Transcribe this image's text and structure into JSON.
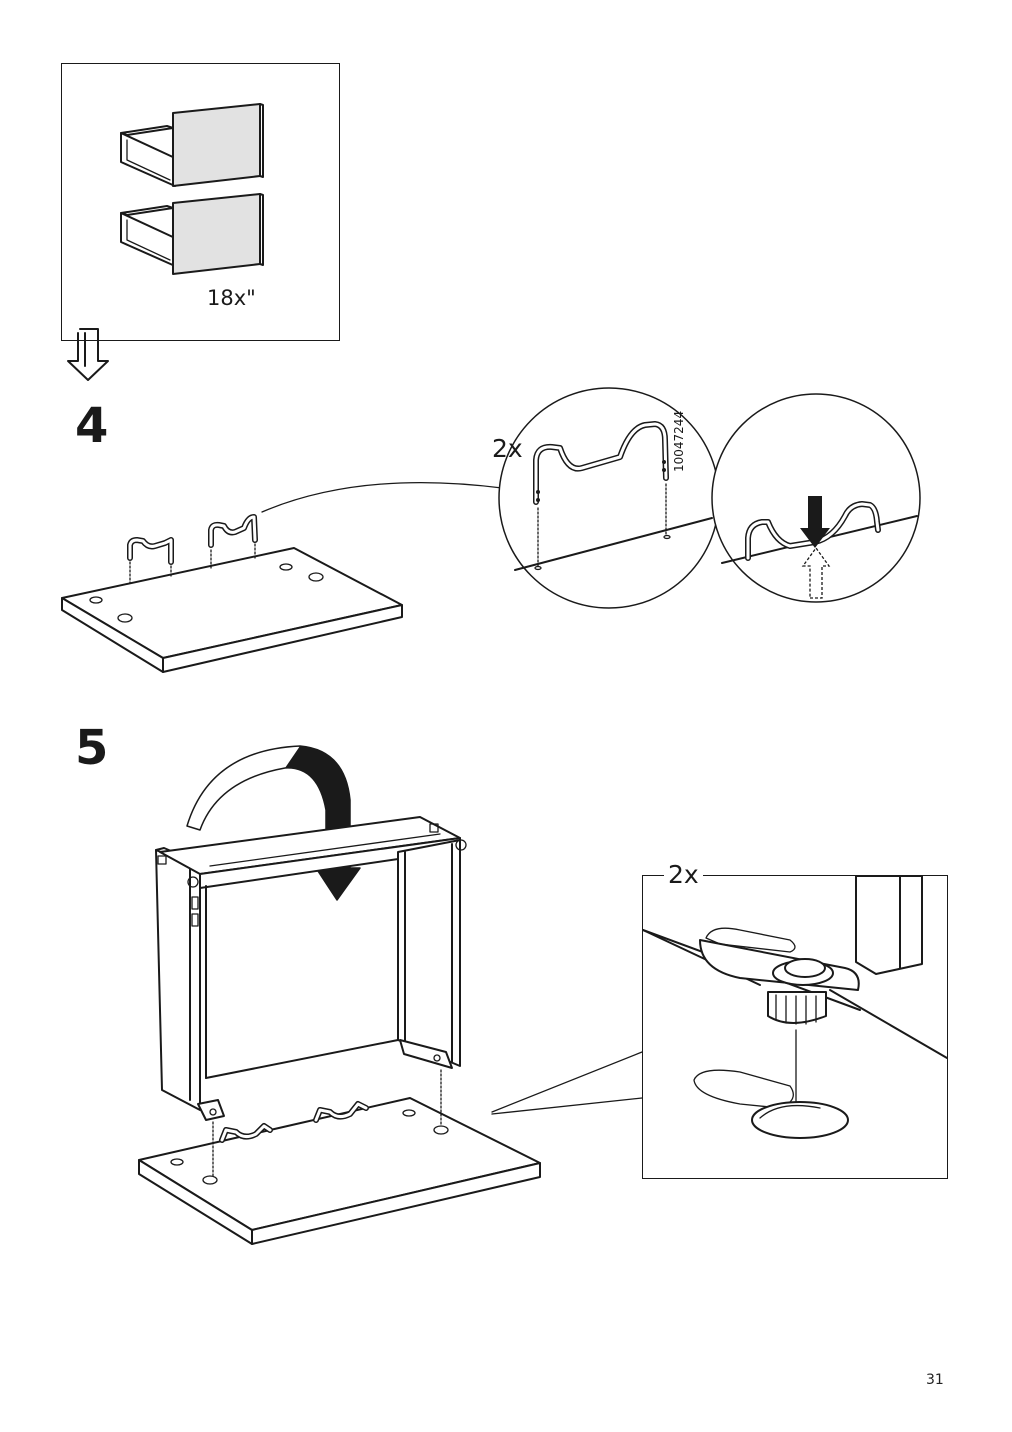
{
  "ref_box": {
    "quantity": "18x\""
  },
  "step4": {
    "number": "4",
    "detail_quantity": "2x",
    "part_number": "10047244"
  },
  "step5": {
    "number": "5",
    "detail_quantity": "2x"
  },
  "page_number": "31"
}
